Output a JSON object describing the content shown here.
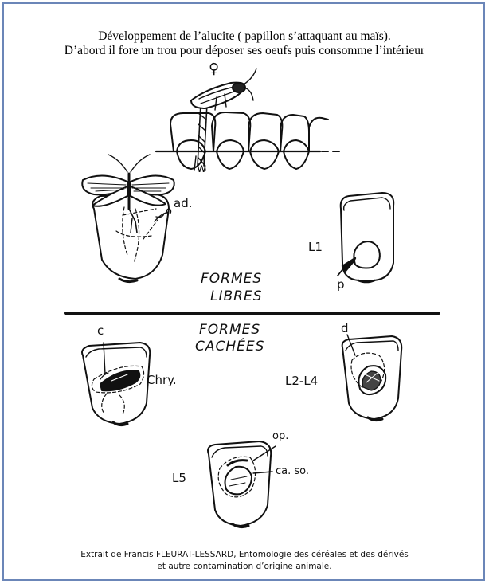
{
  "title": {
    "line1": "Développement  de l’alucite ( papillon s’attaquant au maïs).",
    "line2": "D’abord il fore un trou pour déposer ses oeufs puis consomme l’intérieur"
  },
  "labels": {
    "female_symbol": "♀",
    "w": "w",
    "ad": "ad.",
    "o": "o",
    "L1": "L1",
    "p": "p",
    "formes_libres_1": "FORMES",
    "formes_libres_2": "LIBRES",
    "formes_cachees_1": "FORMES",
    "formes_cachees_2": "CACHÉES",
    "c": "c",
    "chry": "Chry.",
    "d": "d",
    "L2_L4": "L2-L4",
    "op": "op.",
    "ca_so": "ca. so.",
    "L5": "L5"
  },
  "footer": {
    "line1": "Extrait de Francis FLEURAT-LESSARD,  Entomologie des céréales et des dérivés",
    "line2": "et autre contamination d’origine animale."
  }
}
